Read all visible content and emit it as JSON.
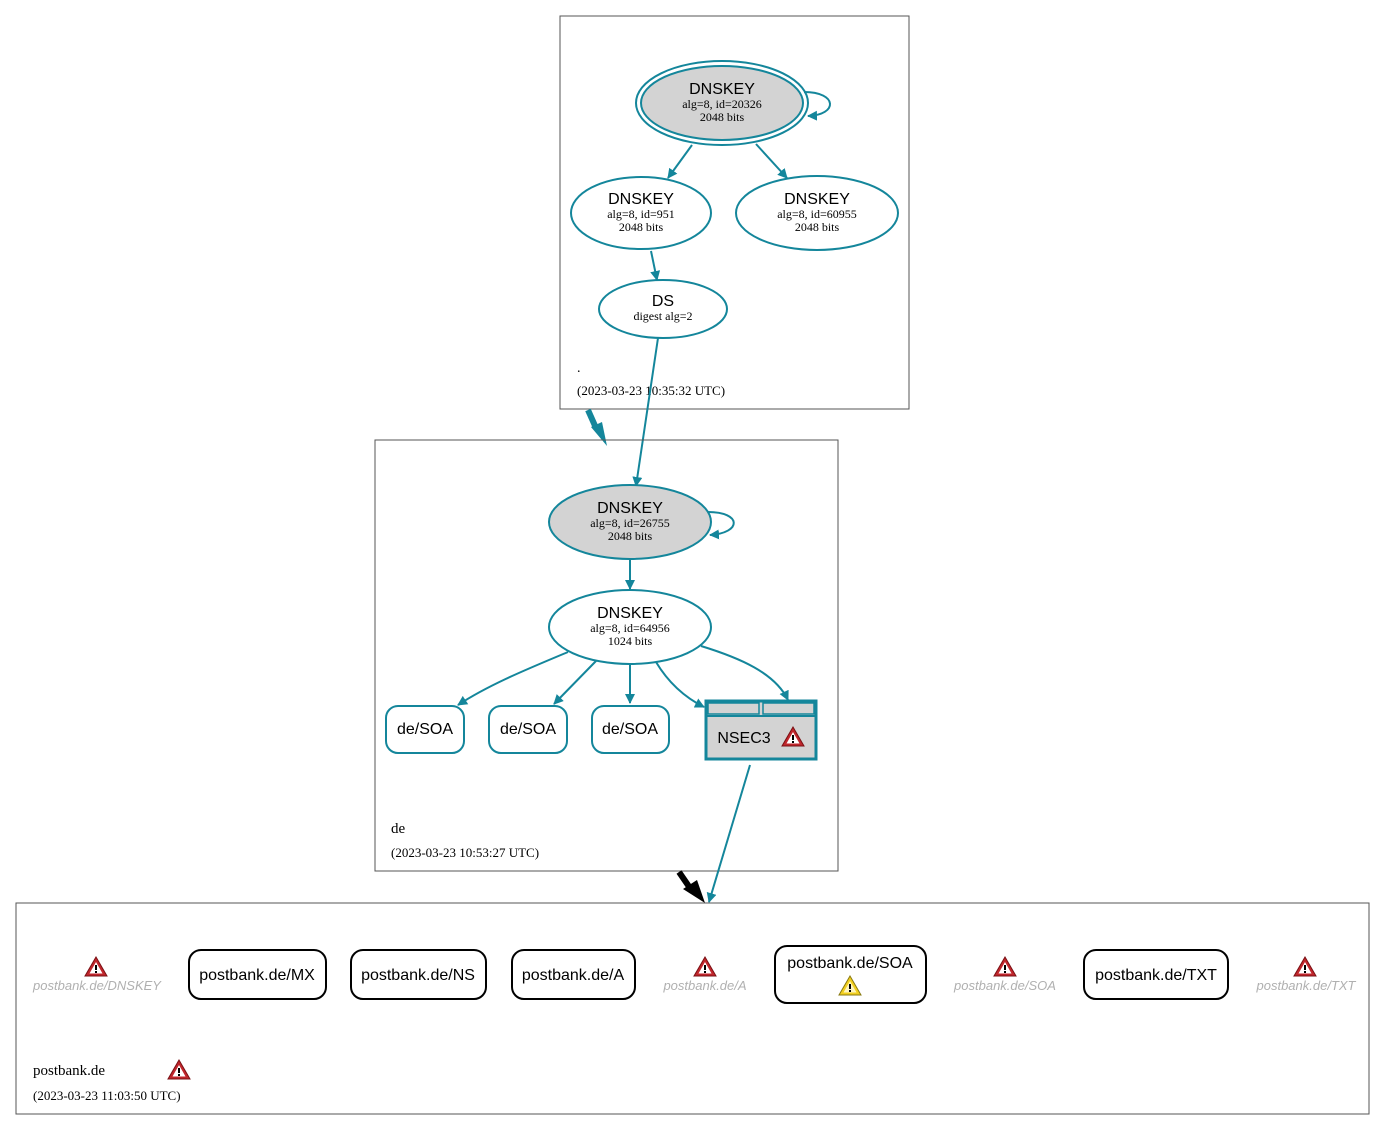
{
  "colors": {
    "edge": "#14869b",
    "node_fill_ksk": "#d3d3d3",
    "border": "#000000",
    "error": "#c0262c",
    "warning": "#f2cf1f"
  },
  "zones": {
    "root": {
      "name": ".",
      "timestamp": "(2023-03-23 10:35:32 UTC)",
      "dnskey_ksk": {
        "title": "DNSKEY",
        "line1": "alg=8, id=20326",
        "line2": "2048 bits"
      },
      "dnskey_zsk1": {
        "title": "DNSKEY",
        "line1": "alg=8, id=951",
        "line2": "2048 bits"
      },
      "dnskey_zsk2": {
        "title": "DNSKEY",
        "line1": "alg=8, id=60955",
        "line2": "2048 bits"
      },
      "ds": {
        "title": "DS",
        "line1": "digest alg=2"
      }
    },
    "de": {
      "name": "de",
      "timestamp": "(2023-03-23 10:53:27 UTC)",
      "dnskey_ksk": {
        "title": "DNSKEY",
        "line1": "alg=8, id=26755",
        "line2": "2048 bits"
      },
      "dnskey_zsk": {
        "title": "DNSKEY",
        "line1": "alg=8, id=64956",
        "line2": "1024 bits"
      },
      "soa_records": [
        "de/SOA",
        "de/SOA",
        "de/SOA"
      ],
      "nsec3": {
        "label": "NSEC3",
        "status_icon": "error-icon"
      }
    },
    "postbank": {
      "name": "postbank.de",
      "timestamp": "(2023-03-23 11:03:50 UTC)",
      "status_icon": "error-icon",
      "records": {
        "dnskey_missing": "postbank.de/DNSKEY",
        "mx": "postbank.de/MX",
        "ns": "postbank.de/NS",
        "a": "postbank.de/A",
        "a_missing": "postbank.de/A",
        "soa": "postbank.de/SOA",
        "soa_missing": "postbank.de/SOA",
        "txt": "postbank.de/TXT",
        "txt_missing": "postbank.de/TXT"
      }
    }
  }
}
